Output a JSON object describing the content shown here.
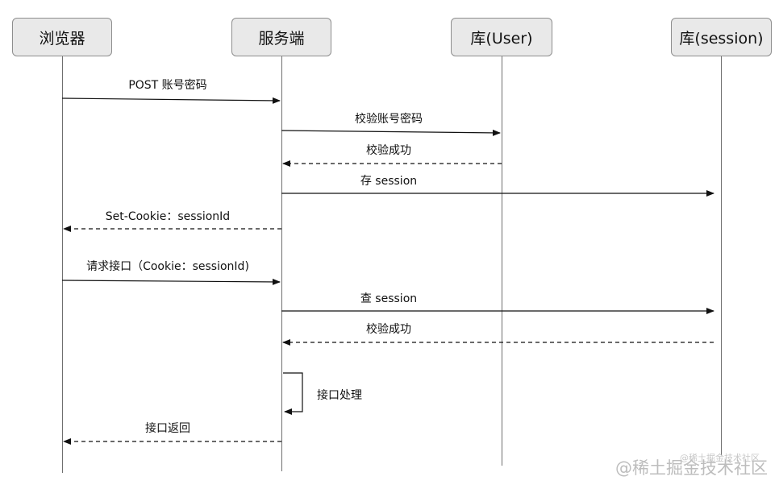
{
  "participants": [
    {
      "id": "browser",
      "label": "浏览器"
    },
    {
      "id": "server",
      "label": "服务端"
    },
    {
      "id": "user_db",
      "label": "库(User)"
    },
    {
      "id": "session_db",
      "label": "库(session)"
    }
  ],
  "messages": [
    {
      "from": "browser",
      "to": "server",
      "label": "POST 账号密码",
      "style": "solid"
    },
    {
      "from": "server",
      "to": "user_db",
      "label": "校验账号密码",
      "style": "solid"
    },
    {
      "from": "user_db",
      "to": "server",
      "label": "校验成功",
      "style": "dashed"
    },
    {
      "from": "server",
      "to": "session_db",
      "label": "存 session",
      "style": "solid"
    },
    {
      "from": "server",
      "to": "browser",
      "label": "Set-Cookie：sessionId",
      "style": "dashed"
    },
    {
      "from": "browser",
      "to": "server",
      "label": "请求接口（Cookie：sessionId)",
      "style": "solid"
    },
    {
      "from": "server",
      "to": "session_db",
      "label": "查 session",
      "style": "solid"
    },
    {
      "from": "session_db",
      "to": "server",
      "label": "校验成功",
      "style": "dashed"
    },
    {
      "from": "server",
      "to": "server",
      "label": "接口处理",
      "style": "self"
    },
    {
      "from": "server",
      "to": "browser",
      "label": "接口返回",
      "style": "dashed"
    }
  ],
  "watermark": {
    "text": "@稀土掘金技术社区",
    "ghost_text": "@稀土掘金技术社区"
  }
}
